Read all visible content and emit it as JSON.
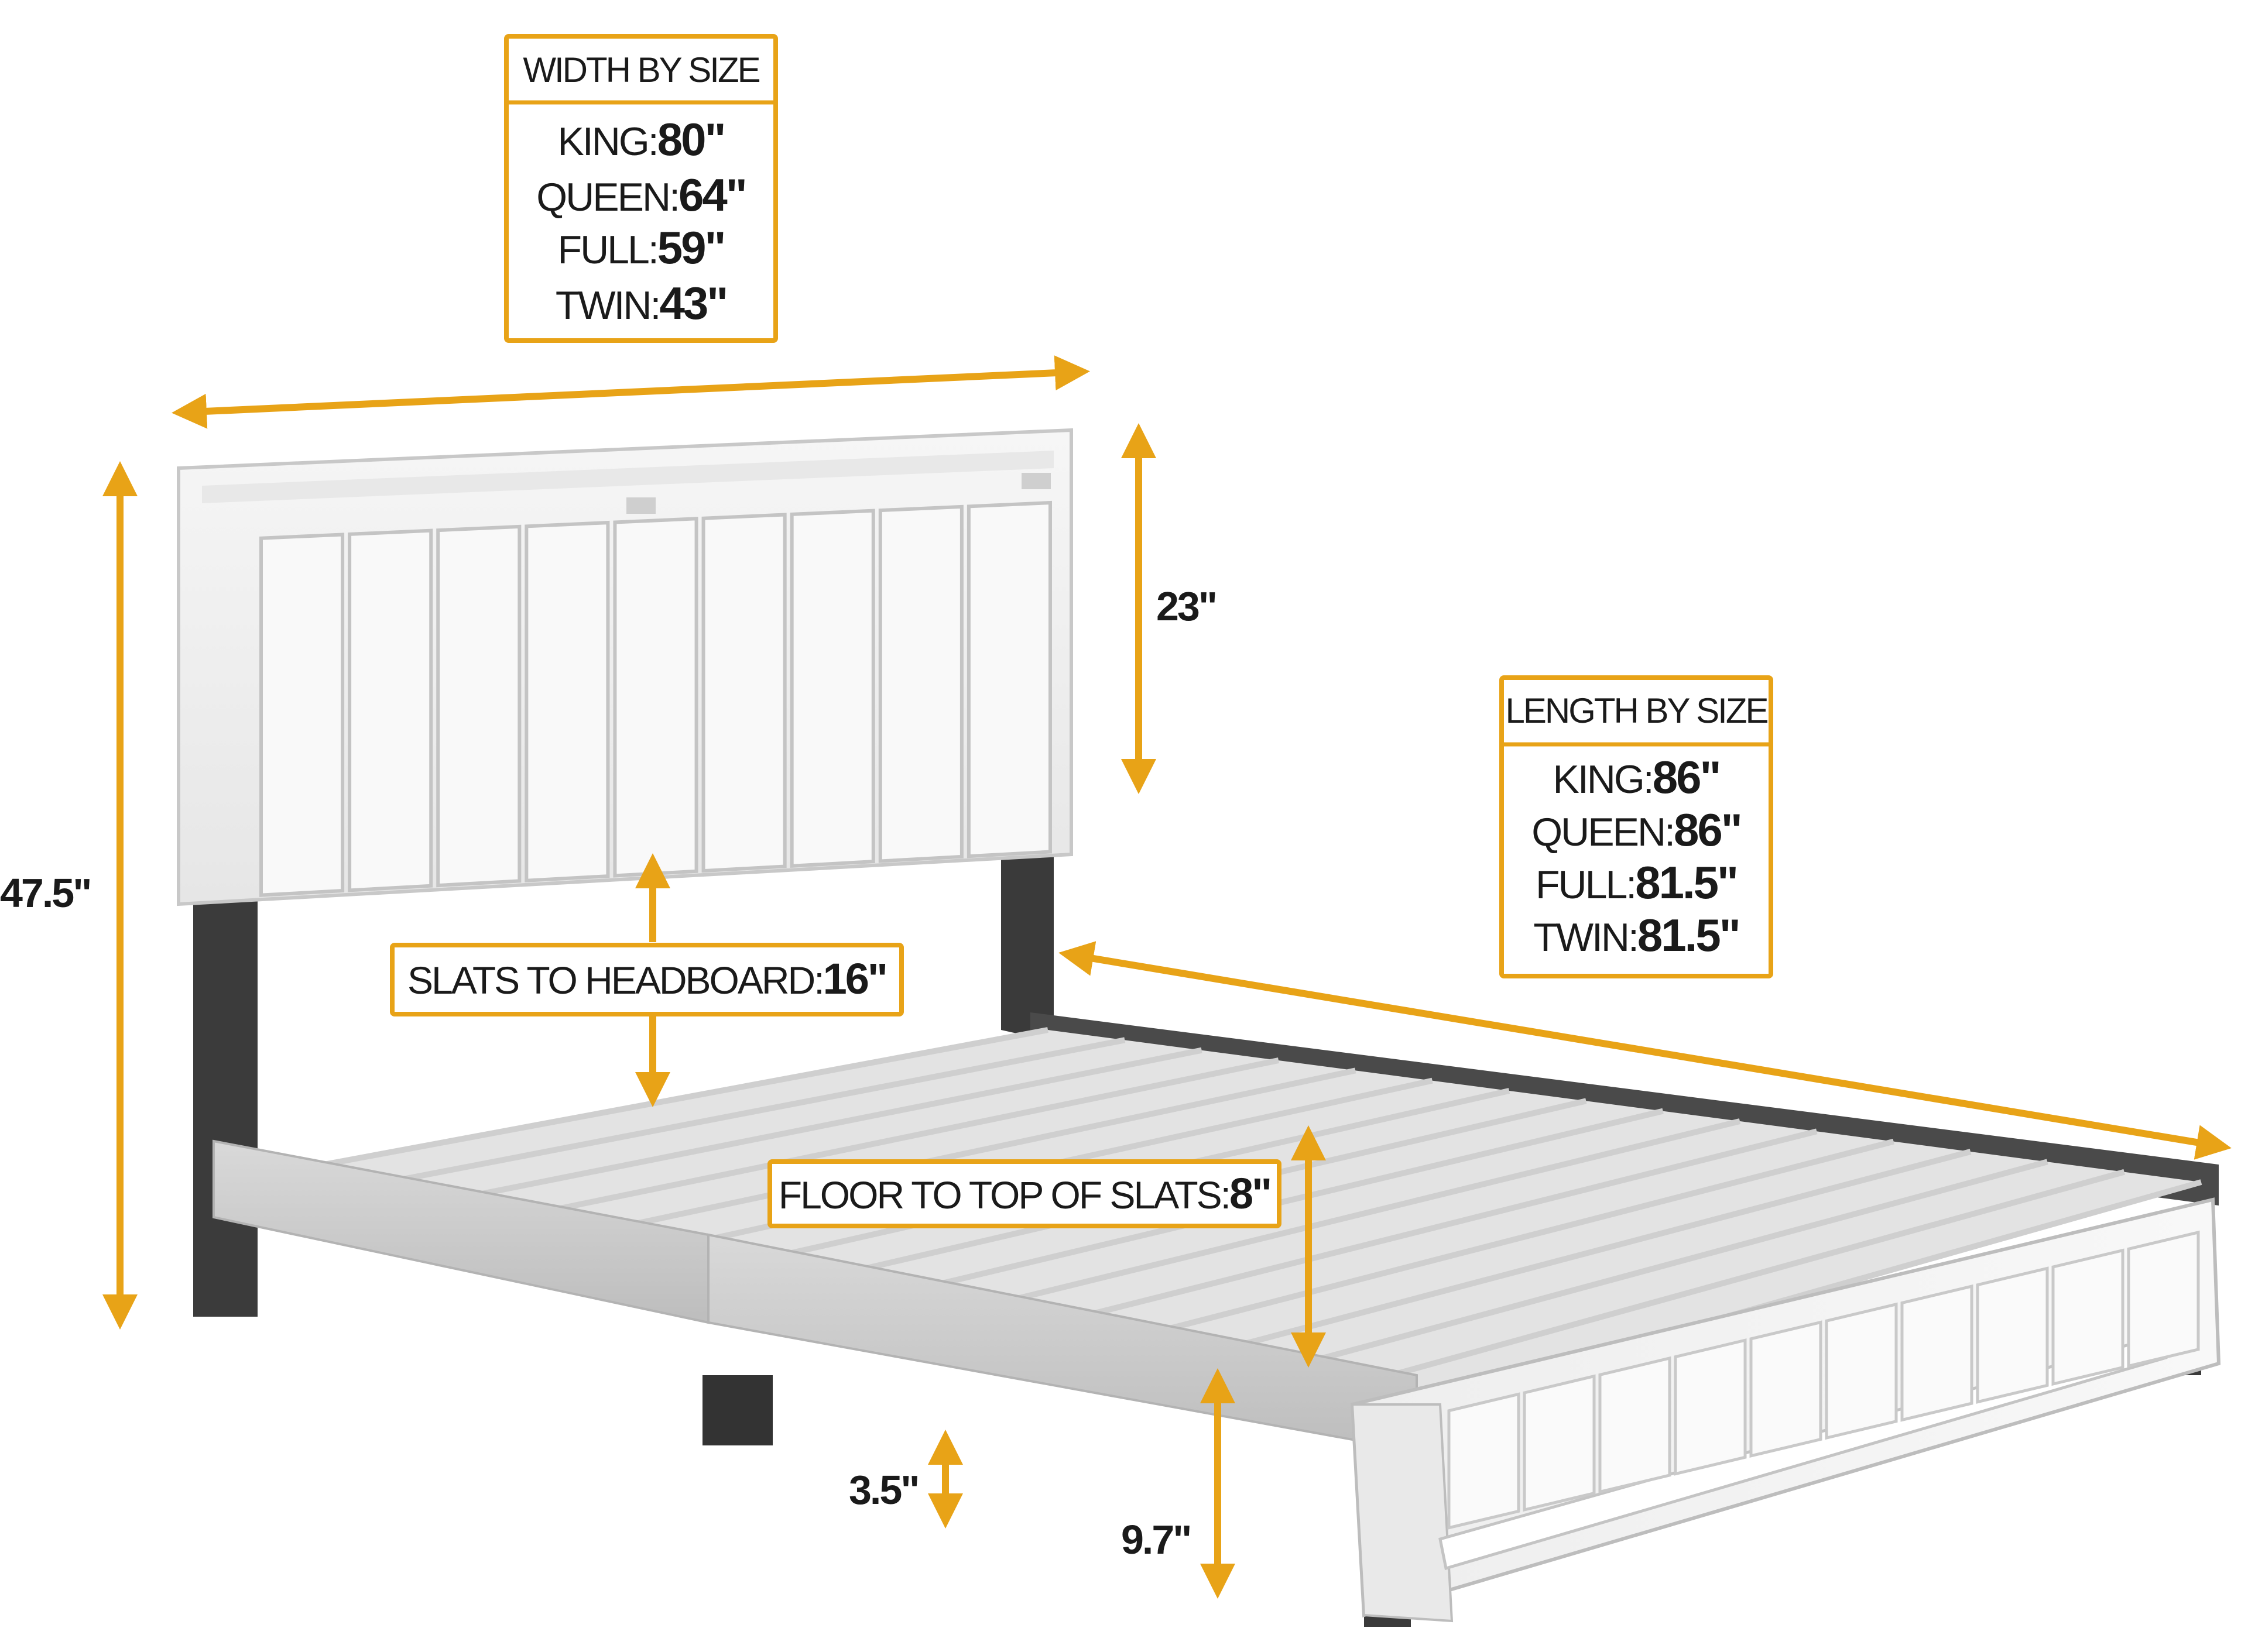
{
  "accent_color": "#E8A317",
  "width_box": {
    "title": "WIDTH BY SIZE",
    "rows": [
      {
        "label": "KING:",
        "value": "80\""
      },
      {
        "label": "QUEEN:",
        "value": "64\""
      },
      {
        "label": "FULL:",
        "value": "59\""
      },
      {
        "label": "TWIN:",
        "value": "43\""
      }
    ]
  },
  "length_box": {
    "title": "LENGTH BY SIZE",
    "rows": [
      {
        "label": "KING:",
        "value": "86\""
      },
      {
        "label": "QUEEN:",
        "value": "86\""
      },
      {
        "label": "FULL:",
        "value": "81.5\""
      },
      {
        "label": "TWIN:",
        "value": "81.5\""
      }
    ]
  },
  "callouts": {
    "slats_to_headboard": {
      "label": "SLATS TO HEADBOARD:",
      "value": "16\""
    },
    "floor_to_slats": {
      "label": "FLOOR TO TOP OF SLATS:",
      "value": "8\""
    }
  },
  "dimensions": {
    "total_height": "47.5\"",
    "headboard_height": "23\"",
    "leg_clearance": "3.5\"",
    "rail_height": "9.7\""
  }
}
